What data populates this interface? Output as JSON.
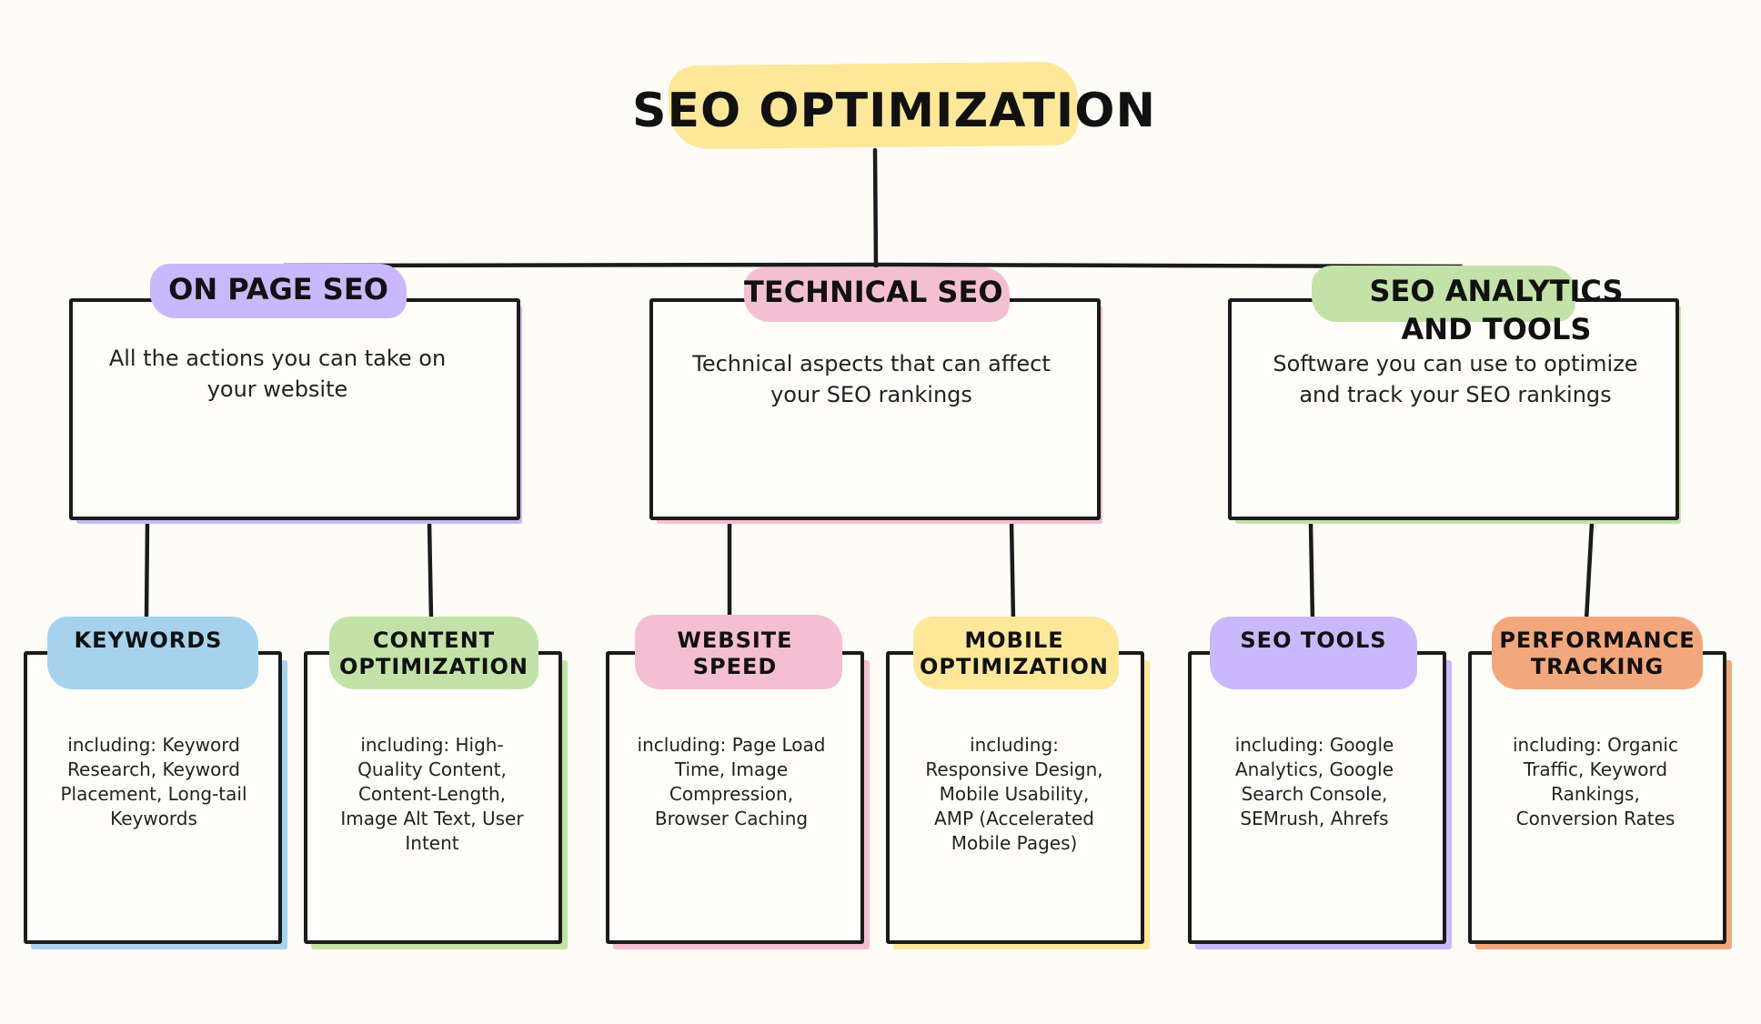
{
  "title": "SEO OPTIMIZATION",
  "colors": {
    "purple": "#c9b8fb",
    "pink": "#f5bfd3",
    "green": "#c2e2a8",
    "blue": "#a7d2ee",
    "yellow": "#fde89a",
    "orange": "#f2a77d",
    "line": "#1b1b1b"
  },
  "categories": [
    {
      "label": "ON PAGE SEO",
      "description": "All the actions you can take on your website",
      "children": [
        {
          "label": "KEYWORDS",
          "description": "including: Keyword Research, Keyword Placement, Long-tail Keywords"
        },
        {
          "label": "CONTENT OPTIMIZATION",
          "description": "including: High-Quality Content, Content-Length, Image Alt Text, User Intent"
        }
      ]
    },
    {
      "label": "TECHNICAL SEO",
      "description": "Technical aspects that can affect your SEO rankings",
      "children": [
        {
          "label": "WEBSITE SPEED",
          "description": "including: Page Load Time, Image Compression, Browser Caching"
        },
        {
          "label": "MOBILE OPTIMIZATION",
          "description": "including: Responsive Design, Mobile Usability, AMP (Accelerated Mobile Pages)"
        }
      ]
    },
    {
      "label": "SEO ANALYTICS AND TOOLS",
      "description": "Software you can use to optimize and track your SEO rankings",
      "children": [
        {
          "label": "SEO TOOLS",
          "description": "including: Google Analytics, Google Search Console, SEMrush, Ahrefs"
        },
        {
          "label": "PERFORMANCE TRACKING",
          "description": "including: Organic Traffic, Keyword Rankings, Conversion Rates"
        }
      ]
    }
  ]
}
